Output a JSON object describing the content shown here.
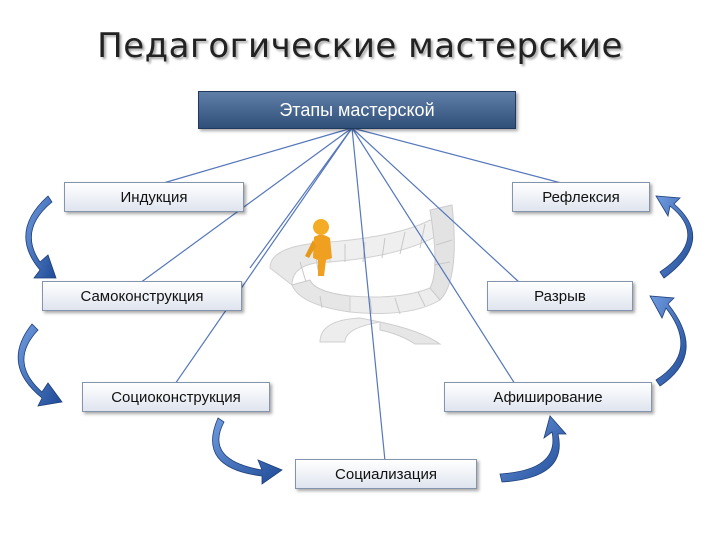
{
  "title": "Педагогические мастерские",
  "header": {
    "label": "Этапы мастерской"
  },
  "stages": {
    "induction": "Индукция",
    "reflection": "Рефлексия",
    "self_construction": "Самоконструкция",
    "break": "Разрыв",
    "socio_construction": "Социоконструкция",
    "poster": "Афиширование",
    "socialization": "Социализация"
  },
  "colors": {
    "header_fill": "#3f5f8a",
    "arrow_blue": "#2a5aa8",
    "connector_line": "#5577bb",
    "figure_orange": "#f0a020"
  },
  "illustration": {
    "icon": "person-on-spiral-staircase"
  }
}
